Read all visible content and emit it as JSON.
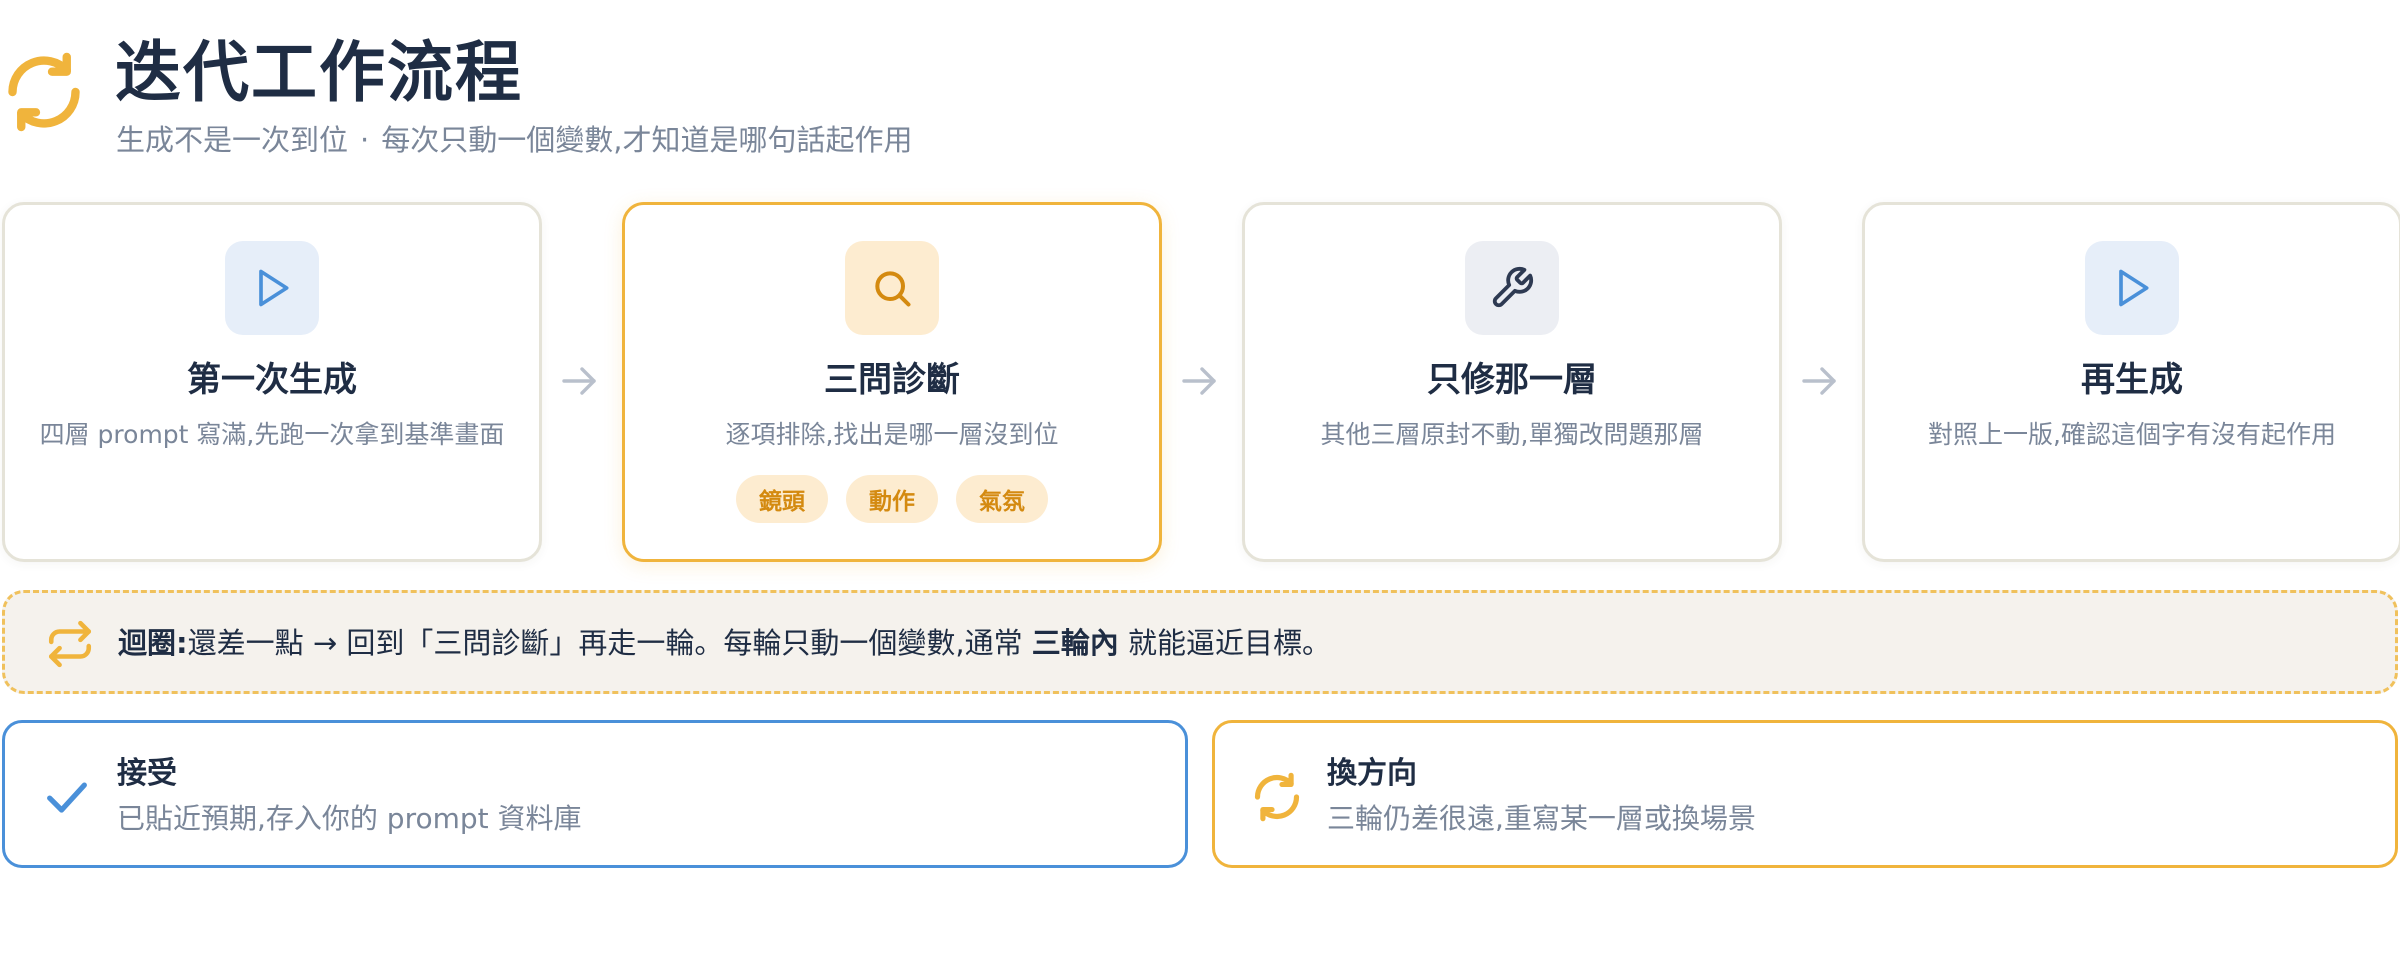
{
  "header": {
    "title": "迭代工作流程",
    "subtitle_part1": "生成不是一次到位",
    "subtitle_sep": "·",
    "subtitle_part2": "每次只動一個變數,才知道是哪句話起作用",
    "icon": "refresh-icon"
  },
  "steps": [
    {
      "icon": "play-icon",
      "title": "第一次生成",
      "desc": "四層 prompt 寫滿,先跑一次拿到基準畫面"
    },
    {
      "icon": "search-icon",
      "title": "三問診斷",
      "desc": "逐項排除,找出是哪一層沒到位",
      "tags": [
        "鏡頭",
        "動作",
        "氣氛"
      ],
      "highlighted": true
    },
    {
      "icon": "wrench-icon",
      "title": "只修那一層",
      "desc": "其他三層原封不動,單獨改問題那層"
    },
    {
      "icon": "play-icon",
      "title": "再生成",
      "desc": "對照上一版,確認這個字有沒有起作用"
    }
  ],
  "loop": {
    "icon": "repeat-icon",
    "label": "迴圈:",
    "text_before": "還差一點 → 回到「三問診斷」再走一輪。每輪只動一個變數,通常 ",
    "text_bold": "三輪內",
    "text_after": " 就能逼近目標。"
  },
  "outcomes": {
    "accept": {
      "icon": "check-icon",
      "title": "接受",
      "desc": "已貼近預期,存入你的 prompt 資料庫"
    },
    "pivot": {
      "icon": "refresh-icon",
      "title": "換方向",
      "desc": "三輪仍差很遠,重寫某一層或換場景"
    }
  },
  "colors": {
    "accent_orange": "#f0b43c",
    "accent_blue": "#4a90d9",
    "title_navy": "#1f2d44",
    "muted_gray": "#7a8699",
    "loop_bg": "#f5f2ed"
  }
}
